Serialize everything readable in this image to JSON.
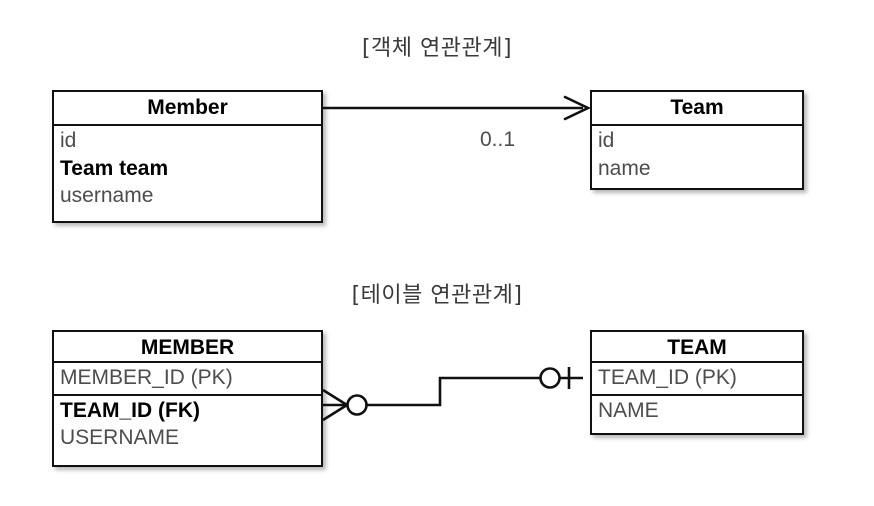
{
  "titles": {
    "object_relation": "[객체 연관관계]",
    "table_relation": "[테이블 연관관계]"
  },
  "object_model": {
    "member": {
      "name": "Member",
      "compartments": [
        [
          {
            "text": "id",
            "bold": false
          },
          {
            "text": "Team team",
            "bold": true
          },
          {
            "text": "username",
            "bold": false
          }
        ]
      ]
    },
    "team": {
      "name": "Team",
      "compartments": [
        [
          {
            "text": "id",
            "bold": false
          },
          {
            "text": "name",
            "bold": false
          }
        ]
      ]
    },
    "association": {
      "multiplicity": "0..1",
      "arrow": "open-arrow-right",
      "direction": "member-to-team"
    }
  },
  "table_model": {
    "member": {
      "name": "MEMBER",
      "compartments": [
        [
          {
            "text": "MEMBER_ID (PK)",
            "bold": false
          }
        ],
        [
          {
            "text": "TEAM_ID (FK)",
            "bold": true
          },
          {
            "text": "USERNAME",
            "bold": false
          }
        ]
      ]
    },
    "team": {
      "name": "TEAM",
      "compartments": [
        [
          {
            "text": "TEAM_ID (PK)",
            "bold": false
          }
        ],
        [
          {
            "text": "NAME",
            "bold": false
          }
        ]
      ]
    },
    "relationship": {
      "member_end": "zero-or-many-crowsfoot",
      "team_end": "zero-or-one-tick"
    }
  },
  "colors": {
    "background": "#ffffff",
    "stroke": "#111111",
    "header_text": "#000000",
    "attribute_text": "#4d4d4d",
    "title_text": "#3a3a3a"
  }
}
